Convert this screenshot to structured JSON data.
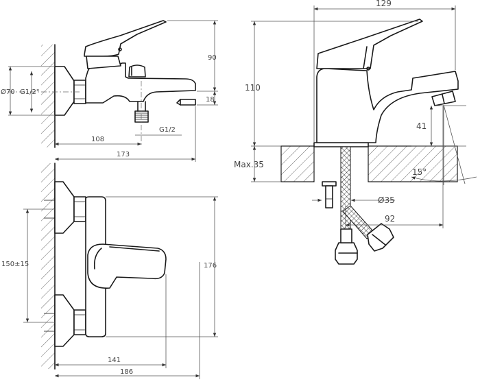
{
  "side_view": {
    "dim_d70": "Ø70",
    "dim_g12_inlet": "G1/2\"",
    "dim_90": "90",
    "dim_18": "18",
    "dim_g12_outlet": "G1/2",
    "dim_108": "108",
    "dim_173": "173"
  },
  "front_view": {
    "dim_150": "150±15",
    "dim_176": "176",
    "dim_141": "141",
    "dim_186": "186"
  },
  "basin_view": {
    "dim_129": "129",
    "dim_110": "110",
    "dim_max35": "Max.35",
    "dim_41": "41",
    "dim_15deg": "15°",
    "dim_d35": "Ø35",
    "dim_92": "92"
  }
}
